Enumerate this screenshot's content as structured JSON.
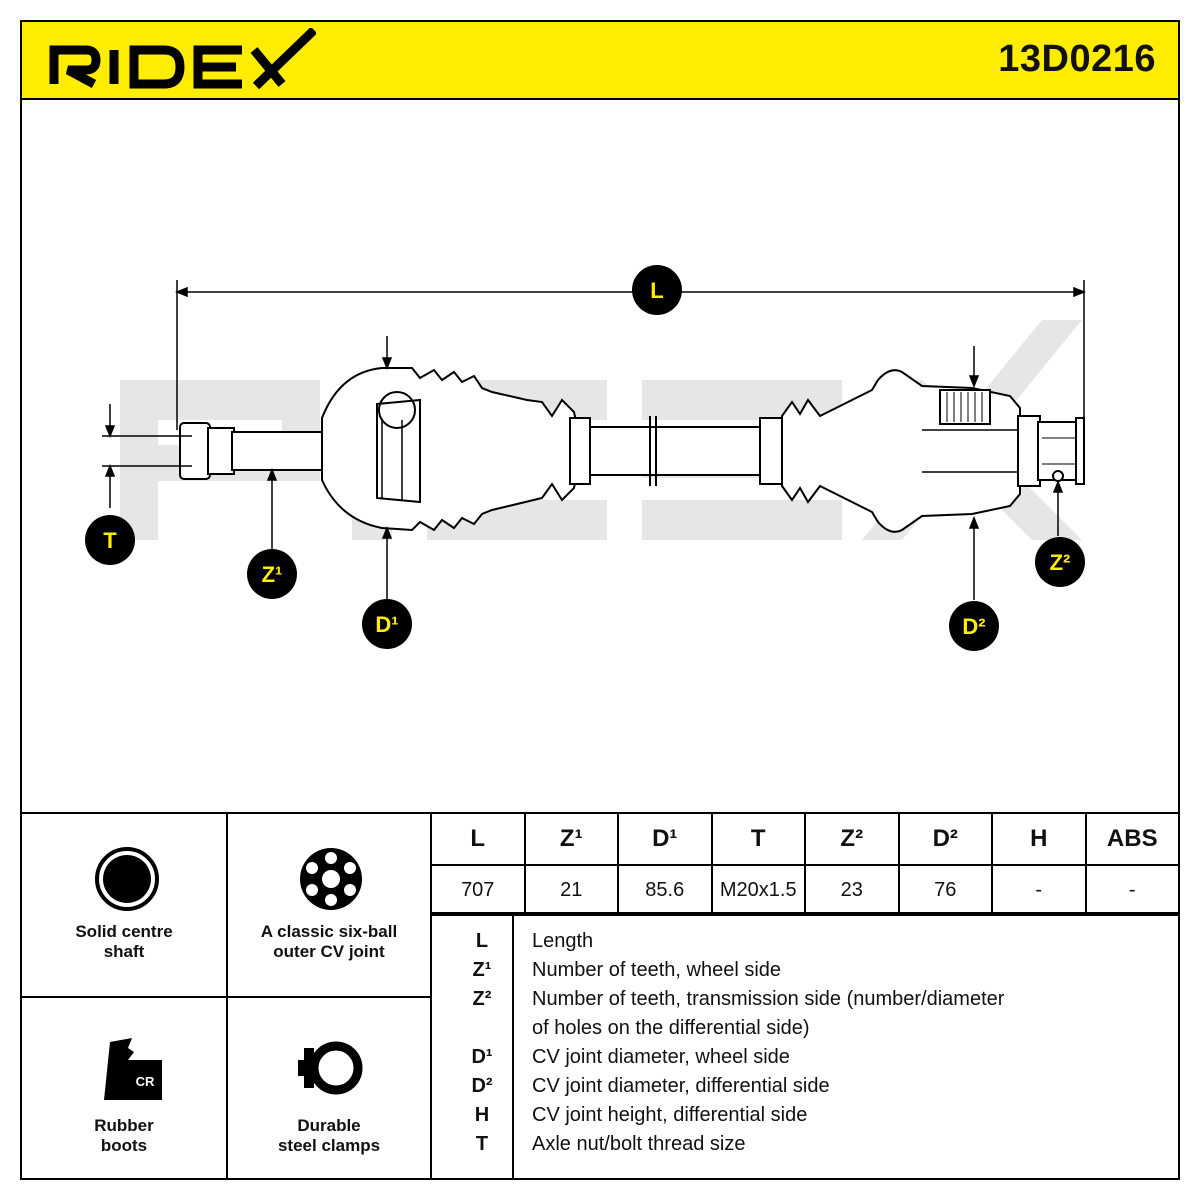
{
  "header": {
    "brand": "RIDEX",
    "part_number": "13D0216"
  },
  "diagram": {
    "labels": {
      "L": "L",
      "T": "T",
      "Z1": "Z¹",
      "D1": "D¹",
      "D2": "D²",
      "Z2": "Z²"
    },
    "watermark": "RIDEX"
  },
  "features": [
    {
      "icon": "solid-shaft-icon",
      "label": "Solid centre\nshaft"
    },
    {
      "icon": "six-ball-joint-icon",
      "label": "A classic six-ball\nouter CV joint"
    },
    {
      "icon": "rubber-boot-icon",
      "label": "Rubber\nboots",
      "badge": "CR"
    },
    {
      "icon": "steel-clamp-icon",
      "label": "Durable\nsteel clamps"
    }
  ],
  "spec": {
    "headers": [
      "L",
      "Z¹",
      "D¹",
      "T",
      "Z²",
      "D²",
      "H",
      "ABS"
    ],
    "values": [
      "707",
      "21",
      "85.6",
      "M20x1.5",
      "23",
      "76",
      "-",
      "-"
    ]
  },
  "legend": [
    {
      "symbol": "L",
      "desc": "Length"
    },
    {
      "symbol": "Z¹",
      "desc": "Number of teeth, wheel side"
    },
    {
      "symbol": "Z²",
      "desc": "Number of teeth, transmission side (number/diameter"
    },
    {
      "symbol": "",
      "desc": "of holes on the differential side)"
    },
    {
      "symbol": "D¹",
      "desc": "CV joint diameter, wheel side"
    },
    {
      "symbol": "D²",
      "desc": "CV joint diameter, differential side"
    },
    {
      "symbol": "H",
      "desc": "CV joint height, differential side"
    },
    {
      "symbol": "T",
      "desc": "Axle nut/bolt thread size"
    }
  ],
  "colors": {
    "brand_yellow": "#ffed00",
    "watermark_grey": "#e6e6e6",
    "line": "#000000"
  }
}
